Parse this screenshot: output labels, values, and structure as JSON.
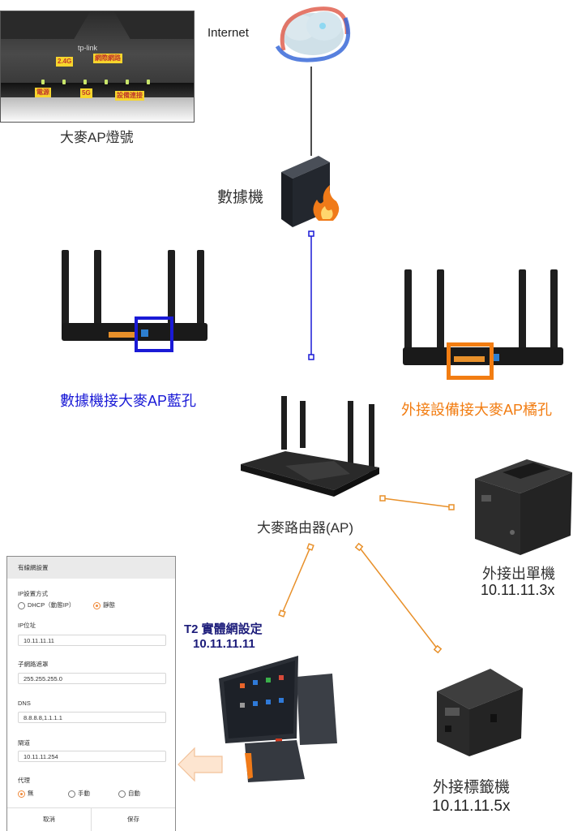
{
  "led_panel": {
    "brand": "tp-link",
    "tags": {
      "power": "電源",
      "g24": "2.4G",
      "g5": "5G",
      "internet": "網際網路",
      "device": "設備連接"
    },
    "caption": "大麥AP燈號"
  },
  "nodes": {
    "internet": {
      "label": "Internet",
      "icon": "cloud-globe-icon"
    },
    "modem": {
      "label": "數據機",
      "icon": "firewall-icon"
    },
    "blue_port": {
      "label": "數據機接大麥AP藍孔",
      "color": "#1a1ad6"
    },
    "orange_port": {
      "label": "外接設備接大麥AP橘孔",
      "color": "#f27d12"
    },
    "router": {
      "label": "大麥路由器(AP)"
    },
    "receipt_printer": {
      "label": "外接出單機",
      "ip": "10.11.11.3x"
    },
    "label_printer": {
      "label": "外接標籤機",
      "ip": "10.11.11.5x"
    },
    "pos": {
      "label": "T2 實體網設定",
      "ip": "10.11.11.11",
      "color": "#1c1c7a"
    }
  },
  "connections": {
    "internet_modem": "#000000",
    "modem_router": "#1a1ad6",
    "router_devices": "#e8902a"
  },
  "settings": {
    "title": "有線網設置",
    "ip_mode_label": "IP設置方式",
    "ip_mode_options": [
      "DHCP（動態IP）",
      "靜態"
    ],
    "ip_mode_selected": "靜態",
    "ip_label": "IP位址",
    "ip_value": "10.11.11.11",
    "mask_label": "子網路遮罩",
    "mask_value": "255.255.255.0",
    "dns_label": "DNS",
    "dns_value": "8.8.8.8,1.1.1.1",
    "gateway_label": "閘道",
    "gateway_value": "10.11.11.254",
    "proxy_label": "代理",
    "proxy_options": [
      "無",
      "手動",
      "自動"
    ],
    "proxy_selected": "無",
    "cancel": "取消",
    "save": "保存"
  }
}
